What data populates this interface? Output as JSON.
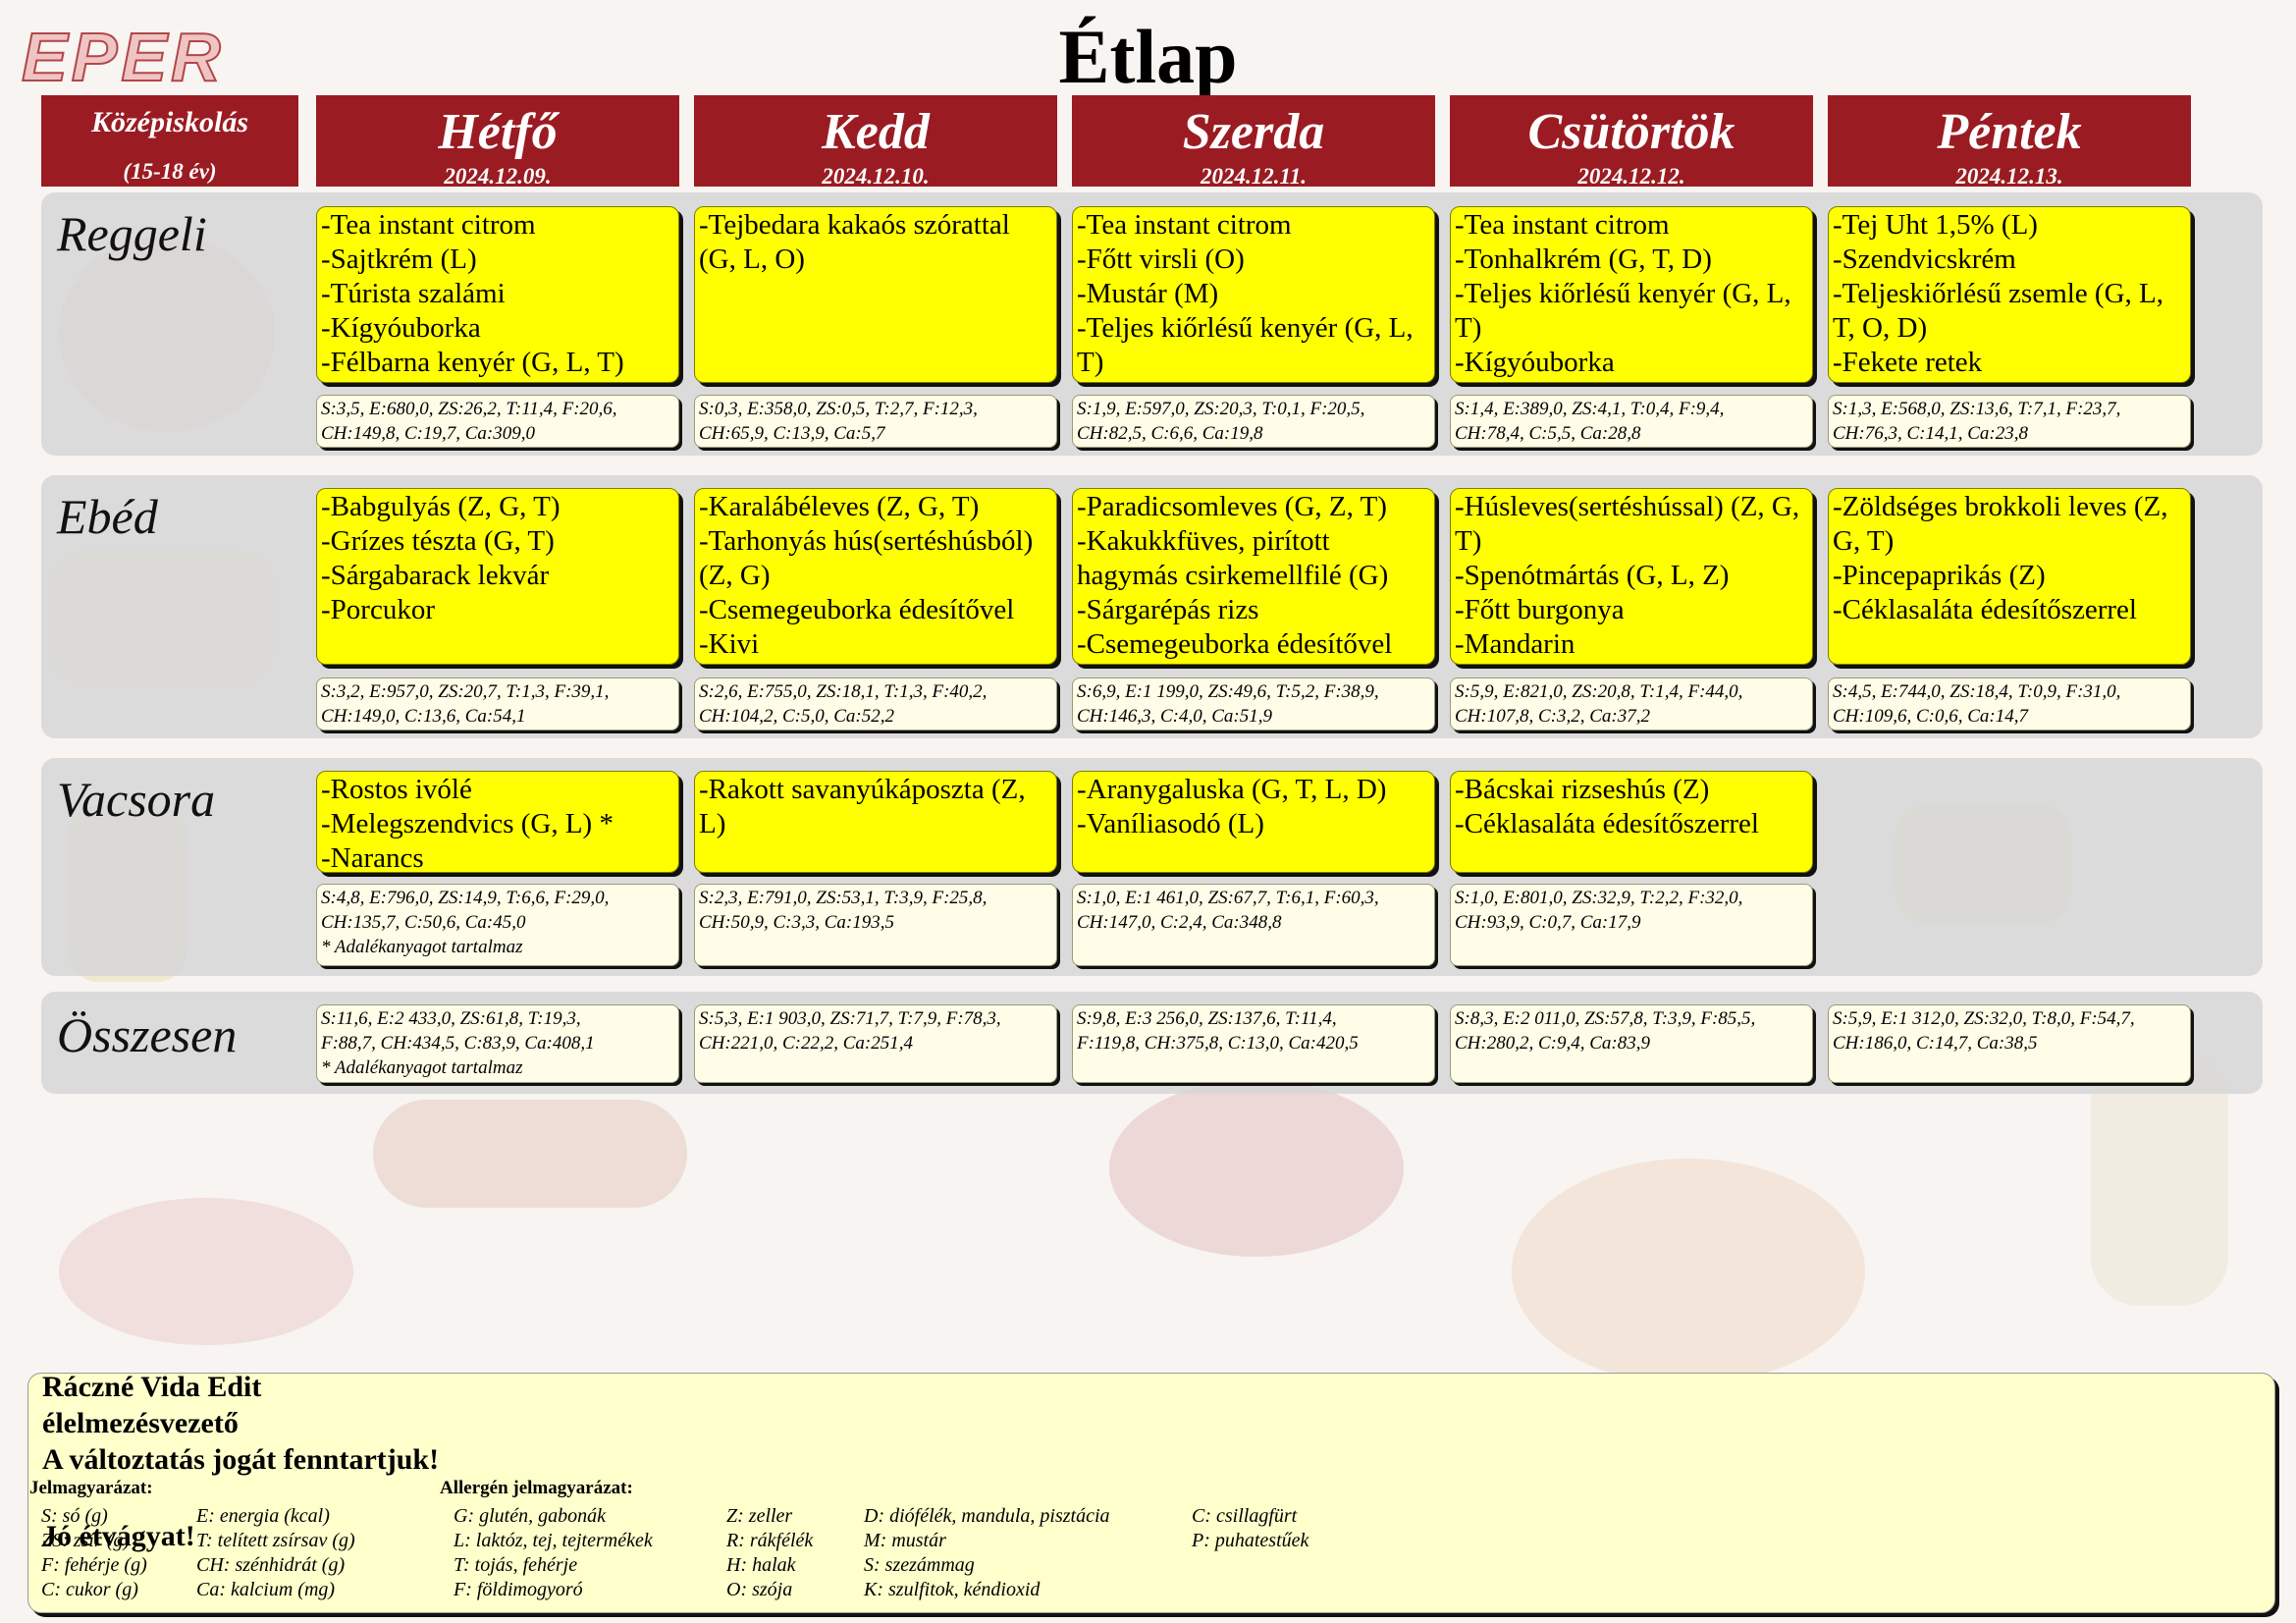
{
  "logo_text": "EPER",
  "title": "Étlap",
  "level": {
    "line1": "Középiskolás",
    "line2": "(15-18 év)"
  },
  "days": [
    {
      "name": "Hétfő",
      "date": "2024.12.09."
    },
    {
      "name": "Kedd",
      "date": "2024.12.10."
    },
    {
      "name": "Szerda",
      "date": "2024.12.11."
    },
    {
      "name": "Csütörtök",
      "date": "2024.12.12."
    },
    {
      "name": "Péntek",
      "date": "2024.12.13."
    }
  ],
  "meals": [
    {
      "label": "Reggeli",
      "menus": [
        [
          "-Tea instant citrom",
          "-Sajtkrém (L)",
          "-Túrista szalámi",
          "-Kígyóuborka",
          "-Félbarna kenyér (G, L, T)"
        ],
        [
          "-Tejbedara kakaós szórattal (G, L, O)"
        ],
        [
          "-Tea instant citrom",
          "-Főtt virsli (O)",
          "-Mustár (M)",
          "-Teljes kiőrlésű kenyér (G, L, T)"
        ],
        [
          "-Tea instant citrom",
          "-Tonhalkrém (G, T, D)",
          "-Teljes kiőrlésű kenyér (G, L, T)",
          "-Kígyóuborka"
        ],
        [
          "-Tej Uht 1,5% (L)",
          "-Szendvicskrém",
          "-Teljeskiőrlésű zsemle (G, L, T, O, D)",
          "-Fekete retek"
        ]
      ],
      "nutrition": [
        [
          "S:3,5, E:680,0, ZS:26,2, T:11,4, F:20,6,",
          "CH:149,8, C:19,7, Ca:309,0"
        ],
        [
          "S:0,3, E:358,0, ZS:0,5, T:2,7, F:12,3,",
          "CH:65,9, C:13,9, Ca:5,7"
        ],
        [
          "S:1,9, E:597,0, ZS:20,3, T:0,1, F:20,5,",
          "CH:82,5, C:6,6, Ca:19,8"
        ],
        [
          "S:1,4, E:389,0, ZS:4,1, T:0,4, F:9,4,",
          "CH:78,4, C:5,5, Ca:28,8"
        ],
        [
          "S:1,3, E:568,0, ZS:13,6, T:7,1, F:23,7,",
          "CH:76,3, C:14,1, Ca:23,8"
        ]
      ]
    },
    {
      "label": "Ebéd",
      "menus": [
        [
          "-Babgulyás (Z, G, T)",
          "-Grízes tészta (G, T)",
          "-Sárgabarack lekvár",
          "-Porcukor"
        ],
        [
          "-Karalábéleves (Z, G, T)",
          "-Tarhonyás hús(sertéshúsból) (Z, G)",
          "-Csemegeuborka édesítővel",
          "-Kivi"
        ],
        [
          "-Paradicsomleves (G, Z, T)",
          "-Kakukkfüves, pirított hagymás csirkemellfilé (G)",
          "-Sárgarépás rizs",
          "-Csemegeuborka édesítővel"
        ],
        [
          "-Húsleves(sertéshússal) (Z, G, T)",
          "-Spenótmártás (G, L, Z)",
          "-Főtt burgonya",
          "-Mandarin"
        ],
        [
          "-Zöldséges brokkoli leves (Z, G, T)",
          "-Pincepaprikás (Z)",
          "-Céklasaláta édesítőszerrel"
        ]
      ],
      "nutrition": [
        [
          "S:3,2, E:957,0, ZS:20,7, T:1,3, F:39,1,",
          "CH:149,0, C:13,6, Ca:54,1"
        ],
        [
          "S:2,6, E:755,0, ZS:18,1, T:1,3, F:40,2,",
          "CH:104,2, C:5,0, Ca:52,2"
        ],
        [
          "S:6,9, E:1 199,0, ZS:49,6, T:5,2, F:38,9,",
          "CH:146,3, C:4,0, Ca:51,9"
        ],
        [
          "S:5,9, E:821,0, ZS:20,8, T:1,4, F:44,0,",
          "CH:107,8, C:3,2, Ca:37,2"
        ],
        [
          "S:4,5, E:744,0, ZS:18,4, T:0,9, F:31,0,",
          "CH:109,6, C:0,6, Ca:14,7"
        ]
      ]
    },
    {
      "label": "Vacsora",
      "menus": [
        [
          "-Rostos ivólé",
          "-Melegszendvics (G, L) *",
          "-Narancs"
        ],
        [
          "-Rakott savanyúkáposzta (Z, L)"
        ],
        [
          "-Aranygaluska (G, T, L, D)",
          "-Vaníliasodó (L)"
        ],
        [
          "-Bácskai rizseshús (Z)",
          "-Céklasaláta édesítőszerrel"
        ],
        []
      ],
      "nutrition": [
        [
          "S:4,8, E:796,0, ZS:14,9, T:6,6, F:29,0,",
          "CH:135,7, C:50,6, Ca:45,0",
          "* Adalékanyagot tartalmaz"
        ],
        [
          "S:2,3, E:791,0, ZS:53,1, T:3,9, F:25,8,",
          "CH:50,9, C:3,3, Ca:193,5"
        ],
        [
          "S:1,0, E:1 461,0, ZS:67,7, T:6,1, F:60,3,",
          "CH:147,0, C:2,4, Ca:348,8"
        ],
        [
          "S:1,0, E:801,0, ZS:32,9, T:2,2, F:32,0,",
          "CH:93,9, C:0,7, Ca:17,9"
        ],
        []
      ]
    }
  ],
  "total": {
    "label": "Összesen",
    "nutrition": [
      [
        "S:11,6, E:2 433,0, ZS:61,8, T:19,3,",
        "F:88,7, CH:434,5, C:83,9, Ca:408,1",
        "* Adalékanyagot tartalmaz"
      ],
      [
        "S:5,3, E:1 903,0, ZS:71,7, T:7,9, F:78,3,",
        "CH:221,0, C:22,2, Ca:251,4"
      ],
      [
        "S:9,8, E:3 256,0, ZS:137,6, T:11,4,",
        "F:119,8, CH:375,8, C:13,0, Ca:420,5"
      ],
      [
        "S:8,3, E:2 011,0, ZS:57,8, T:3,9, F:85,5,",
        "CH:280,2, C:9,4, Ca:83,9"
      ],
      [
        "S:5,9, E:1 312,0, ZS:32,0, T:8,0, F:54,7,",
        "CH:186,0, C:14,7, Ca:38,5"
      ]
    ]
  },
  "footer": {
    "name": "Ráczné Vida Edit",
    "role": "élelmezésvezető",
    "notice": "A változtatás jogát fenntartjuk!",
    "greeting": "Jó étvágyat!",
    "legend_title": "Jelmagyarázat:",
    "legend": [
      [
        "S: só (g)",
        "E: energia (kcal)"
      ],
      [
        "ZS: zsír (g)",
        "T: telített zsírsav (g)"
      ],
      [
        "F: fehérje (g)",
        "CH: szénhidrát (g)"
      ],
      [
        "C: cukor (g)",
        "Ca: kalcium (mg)"
      ]
    ],
    "allergen_title": "Allergén jelmagyarázat:",
    "allergens": [
      [
        "G: glutén, gabonák",
        "Z: zeller",
        "D: diófélék, mandula, pisztácia",
        "C: csillagfürt"
      ],
      [
        "L: laktóz, tej, tejtermékek",
        "R: rákfélék",
        "M: mustár",
        "P: puhatestűek"
      ],
      [
        "T: tojás, fehérje",
        "H: halak",
        "S: szezámmag",
        ""
      ],
      [
        "F: földimogyoró",
        "O: szója",
        "K: szulfitok, kéndioxid",
        ""
      ]
    ]
  },
  "colors": {
    "header_bg": "#9a1c22",
    "menu_bg": "#ffff00",
    "nutrition_bg": "#fffde8",
    "footer_bg": "#ffffcc",
    "band_bg": "#d6d6d6"
  }
}
